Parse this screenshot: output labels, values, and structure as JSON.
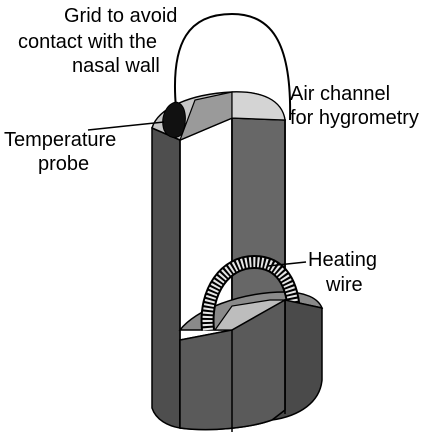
{
  "labels": {
    "grid_line1": "Grid to avoid",
    "grid_line2": "contact with the",
    "grid_line3": "nasal wall",
    "air_line1": "Air channel",
    "air_line2": "for hygrometry",
    "temp_line1": "Temperature",
    "temp_line2": "probe",
    "heat_line1": "Heating",
    "heat_line2": "wire"
  },
  "colors": {
    "body_front": "#5a5a5a",
    "body_side": "#6e6e6e",
    "top_face": "#c4c4c4",
    "inner_face": "#8a8a8a",
    "probe": "#111111",
    "heating_wire": "#e8e8e8",
    "outline": "#000000"
  }
}
